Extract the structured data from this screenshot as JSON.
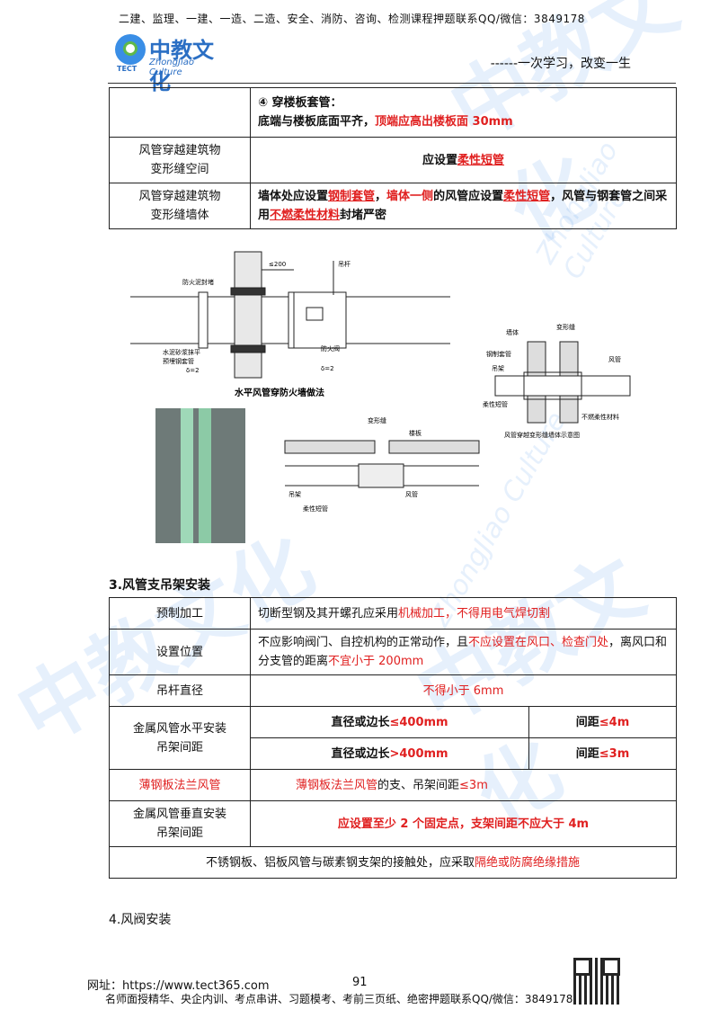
{
  "header": {
    "top_line": "二建、监理、一建、一造、二造、安全、消防、咨询、检测课程押题联系QQ/微信：3849178",
    "logo_cn": "中教文化",
    "logo_en": "ZhongJiao Culture",
    "logo_tect": "TECT",
    "slogan": "------一次学习，改变一生"
  },
  "table1": {
    "r1": {
      "c1": "",
      "line1": "④ 穿楼板套管：",
      "line2a": "底端与楼板底面平齐，",
      "line2b": "顶端应高出楼板面 30mm"
    },
    "r2": {
      "c1a": "风管穿越建筑物",
      "c1b": "变形缝空间",
      "c2a": "应设置",
      "c2b": "柔性短管"
    },
    "r3": {
      "c1a": "风管穿越建筑物",
      "c1b": "变形缝墙体",
      "s1": "墙体处应设置",
      "s2": "钢制套管",
      "s3": "，",
      "s4": "墙体一侧",
      "s5": "的风管应设置",
      "s6": "柔性短管",
      "s7": "，风管与钢套管之间采用",
      "s8": "不燃柔性材料",
      "s9": "封堵严密"
    }
  },
  "figures": {
    "fig1": {
      "caption": "水平风管穿防火墙做法",
      "l_fire_seal": "防火泥封堵",
      "l_dim": "≤200",
      "l_hanger": "吊杆",
      "l_mortar": "水泥砂浆抹平",
      "l_sleeve": "预埋钢套管",
      "l_delta1": "δ=2",
      "l_damper": "防火阀",
      "l_delta2": "δ=2"
    },
    "fig2": {
      "caption": "风管穿越变形缝墙体示意图",
      "l_wall": "墙体",
      "l_gap": "变形缝",
      "l_sleeve": "钢制套管",
      "l_hanger": "吊架",
      "l_duct": "风管",
      "l_flex": "柔性短管",
      "l_material": "不燃柔性材料"
    },
    "fig3": {
      "l_gap": "变形缝",
      "l_slab": "楼板",
      "l_hanger": "吊架",
      "l_duct": "风管",
      "l_flex": "柔性短管"
    }
  },
  "section3": {
    "title": "3.风管支吊架安装",
    "rows": {
      "r1_k": "预制加工",
      "r1_a": "切断型钢及其开螺孔应采用",
      "r1_b": "机械加工",
      "r1_c": "，",
      "r1_d": "不得用电气焊切割",
      "r2_k": "设置位置",
      "r2_a": "不应影响阀门、自控机构的正常动作，且",
      "r2_b": "不应设置在风口、检查门处",
      "r2_c": "，离风口和分支管的距离",
      "r2_d": "不宜小于 200mm",
      "r3_k": "吊杆直径",
      "r3_v": "不得小于 6mm",
      "r4_k1": "金属风管水平安装",
      "r4_k2": "吊架间距",
      "r4a_a1": "直径或边长",
      "r4a_a2": "≤400mm",
      "r4a_b1": "间距",
      "r4a_b2": "≤4m",
      "r4b_a1": "直径或边长",
      "r4b_a2": ">400mm",
      "r4b_b1": "间距",
      "r4b_b2": "≤3m",
      "r5_k": "薄钢板法兰风管",
      "r5_a": "薄钢板法兰风管",
      "r5_b": "的支、吊架间距",
      "r5_c": "≤3m",
      "r6_k1": "金属风管垂直安装",
      "r6_k2": "吊架间距",
      "r6_v": "应设置至少 2 个固定点，支架间距不应大于 4m",
      "r7_a": "不锈钢板、铝板风管与碳素钢支架的接触处，应采取",
      "r7_b": "隔绝或防腐绝缘措施"
    }
  },
  "section4": {
    "title": "4.风阀安装"
  },
  "footer": {
    "site": "网址：https://www.tect365.com",
    "page": "91",
    "line": "名师面授精华、央企内训、考点串讲、习题模考、考前三页纸、绝密押题联系QQ/微信：3849178"
  },
  "watermark": {
    "text_cn": "中教文化",
    "text_en": "ZhongJiao Culture"
  },
  "colors": {
    "accent_red": "#e02020",
    "brand_blue": "#2b6fc4"
  }
}
